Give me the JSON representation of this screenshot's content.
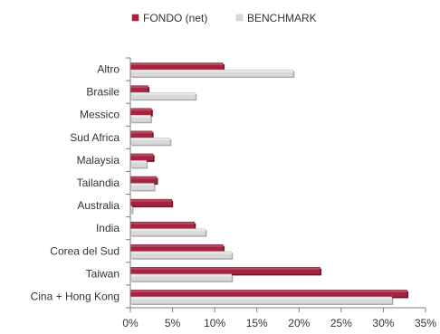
{
  "chart_data": {
    "type": "bar",
    "orientation": "horizontal",
    "categories": [
      "Altro",
      "Brasile",
      "Messico",
      "Sud Africa",
      "Malaysia",
      "Tailandia",
      "Australia",
      "India",
      "Corea del Sud",
      "Taiwan",
      "Cina + Hong Kong"
    ],
    "series": [
      {
        "name": "FONDO (net)",
        "color": "#a6243f",
        "values": [
          11.0,
          2.1,
          2.5,
          2.6,
          2.7,
          3.1,
          4.9,
          7.6,
          11.0,
          22.5,
          32.8
        ]
      },
      {
        "name": "BENCHMARK",
        "color": "#d9d9d9",
        "values": [
          19.3,
          7.7,
          2.4,
          4.7,
          1.9,
          2.8,
          0.2,
          8.9,
          12.0,
          12.0,
          31.0
        ]
      }
    ],
    "xlim": [
      0,
      35
    ],
    "xticks": [
      "0%",
      "5%",
      "10%",
      "15%",
      "20%",
      "25%",
      "30%",
      "35%"
    ],
    "grid": false,
    "legend": "top"
  }
}
